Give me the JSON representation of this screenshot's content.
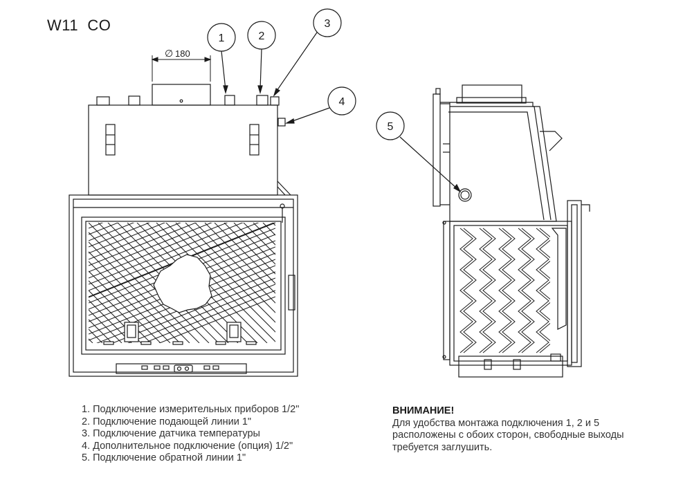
{
  "title": "W11  CO",
  "dimension": {
    "symbol": "∅",
    "value": "180"
  },
  "callouts": [
    "1",
    "2",
    "3",
    "4",
    "5"
  ],
  "legend": [
    "1. Подключение измерительных приборов 1/2\"",
    "2. Подключение подающей линии 1\"",
    "3. Подключение датчика температуры",
    "4. Дополнительное подключение (опция) 1/2\"",
    "5. Подключение обратной линии 1\""
  ],
  "warning": {
    "title": "ВНИМАНИЕ!",
    "lines": [
      "Для удобства монтажа подключения 1, 2 и 5",
      "расположены с обоих сторон, свободные выходы",
      "требуется заглушить."
    ]
  },
  "colors": {
    "line": "#1a1a1a",
    "fill": "#ffffff"
  }
}
